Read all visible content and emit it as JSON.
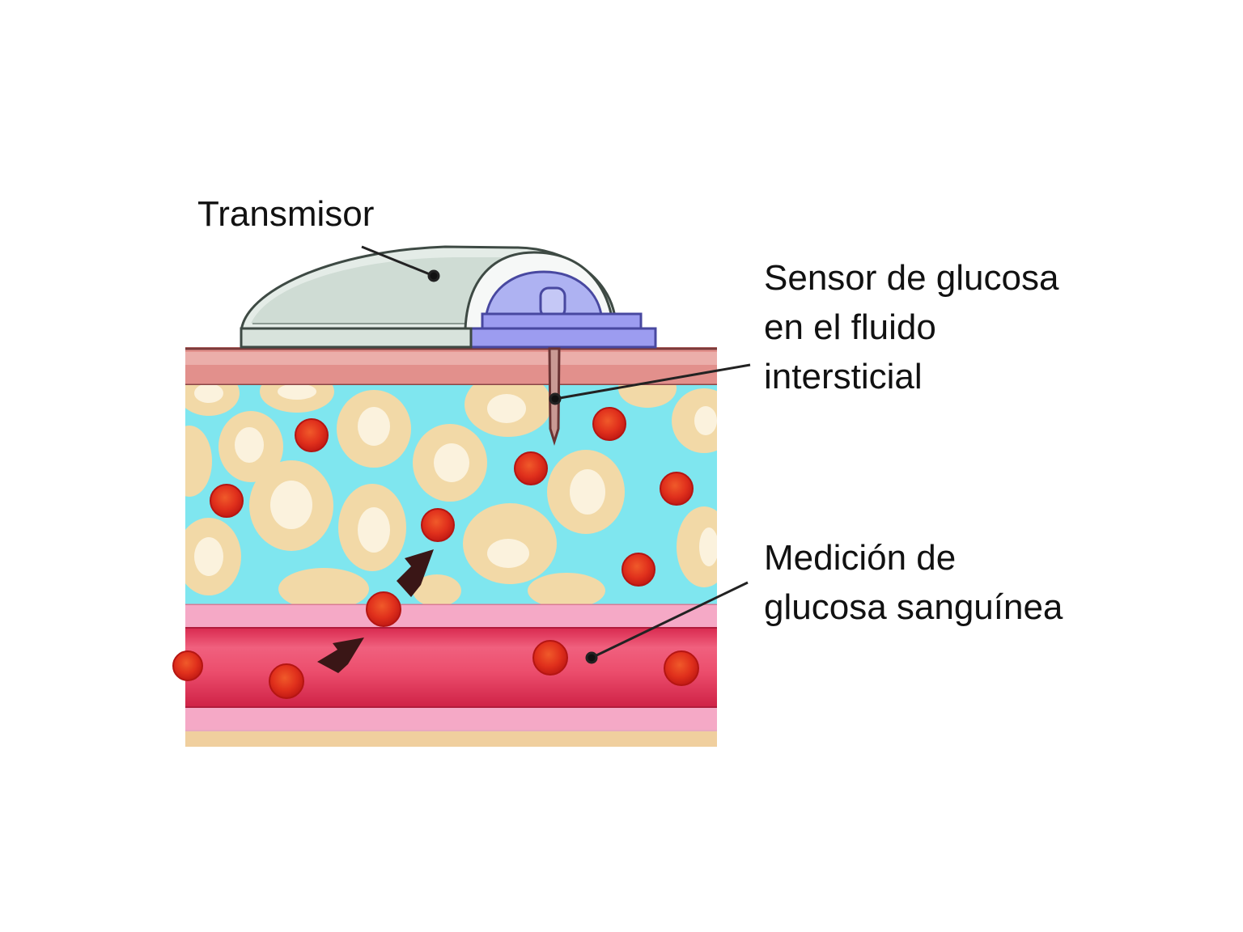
{
  "labels": {
    "transmitter": "Transmisor",
    "sensor": [
      "Sensor de glucosa",
      "en el fluido",
      "intersticial"
    ],
    "blood": [
      "Medición de",
      "glucosa sanguínea"
    ]
  },
  "colors": {
    "skin": "#e59b97",
    "interstitial": "#7fe6ef",
    "fat_cell": "#f2d9a7",
    "fat_nucleus": "#fbf2dd",
    "vessel_wall": "#f5a9c6",
    "blood": "#e63a5c",
    "red_cell": "#d9261a",
    "arrow": "#3a1414",
    "transmitter_body": "#dfe8e2",
    "sensor_base": "#9c9cf0"
  },
  "icons": [
    "transmitter-device",
    "sensor-filament",
    "red-blood-cell",
    "fat-cell",
    "diffusion-arrow"
  ]
}
